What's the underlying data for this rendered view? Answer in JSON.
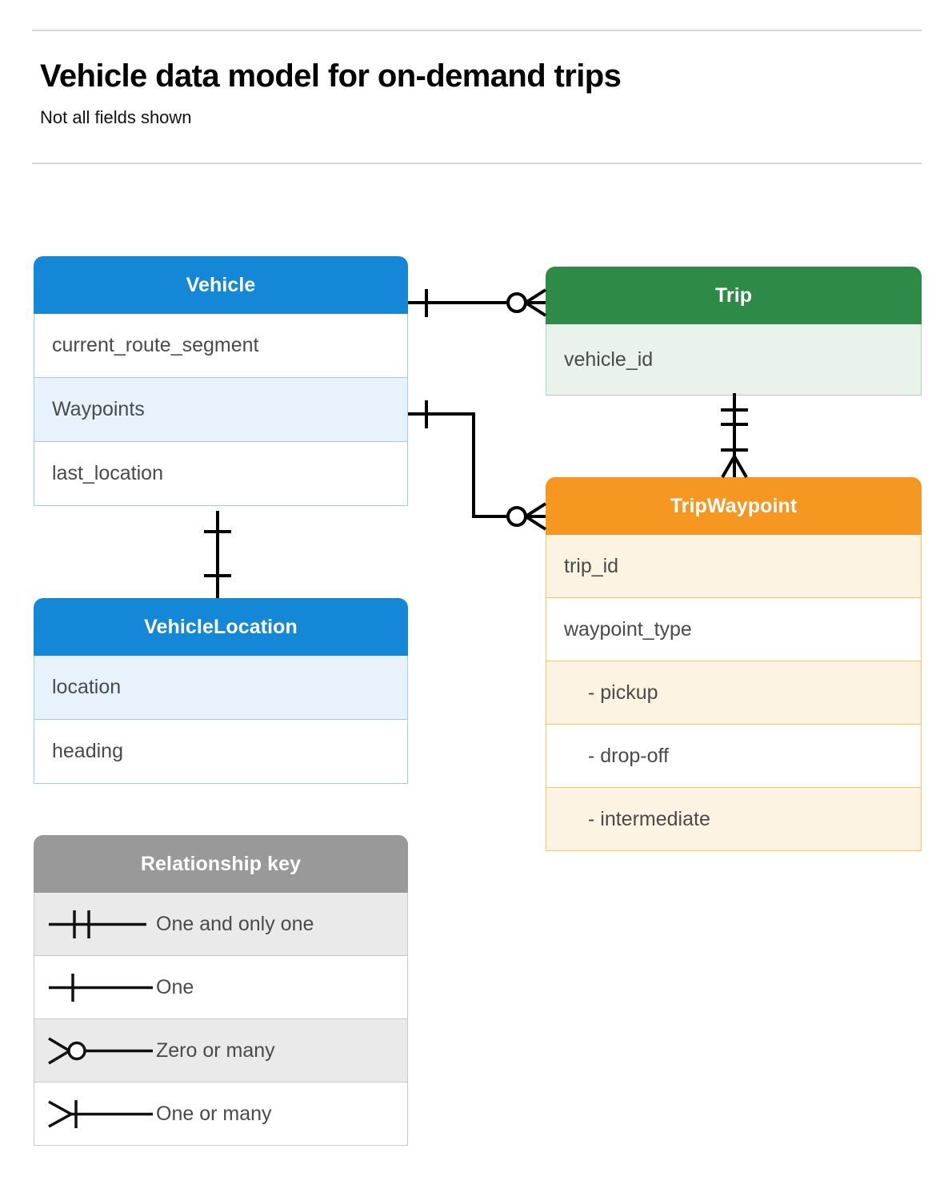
{
  "header": {
    "title": "Vehicle data model for on-demand trips",
    "subtitle": "Not all fields shown"
  },
  "colors": {
    "vehicle_blue": "#1487d6",
    "vehicle_blue_tint": "#e8f2fc",
    "vehicle_blue_border": "#9ecdf2",
    "trip_green": "#2d8a47",
    "trip_green_tint": "#e9f3ec",
    "trip_green_border": "#a9d6b4",
    "waypoint_orange": "#f59721",
    "waypoint_orange_tint": "#fdf3e2",
    "waypoint_orange_border": "#f8c560",
    "legend_grey": "#999999",
    "legend_grey_tint": "#eaeaea",
    "text_grey": "#4a4a4a",
    "rule_grey": "#d6d6d6",
    "connector_black": "#000000"
  },
  "entities": [
    {
      "id": "vehicle",
      "name": "Vehicle",
      "color": "blue",
      "fields": [
        {
          "label": "current_route_segment",
          "tint": false
        },
        {
          "label": "Waypoints",
          "tint": true
        },
        {
          "label": "last_location",
          "tint": false
        }
      ]
    },
    {
      "id": "trip",
      "name": "Trip",
      "color": "green",
      "fields": [
        {
          "label": "vehicle_id",
          "tint": true
        }
      ]
    },
    {
      "id": "trip_waypoint",
      "name": "TripWaypoint",
      "color": "orange",
      "fields": [
        {
          "label": "trip_id",
          "tint": true,
          "enum": false
        },
        {
          "label": "waypoint_type",
          "tint": false,
          "enum": false
        },
        {
          "label": "-  pickup",
          "tint": true,
          "enum": true
        },
        {
          "label": "-  drop-off",
          "tint": false,
          "enum": true
        },
        {
          "label": "-  intermediate",
          "tint": true,
          "enum": true
        }
      ]
    },
    {
      "id": "vehicle_location",
      "name": "VehicleLocation",
      "color": "blue",
      "fields": [
        {
          "label": "location",
          "tint": true
        },
        {
          "label": "heading",
          "tint": false
        }
      ]
    }
  ],
  "legend": {
    "title": "Relationship key",
    "rows": [
      {
        "symbol": "one-and-only-one",
        "label": "One and only one",
        "tint": true
      },
      {
        "symbol": "one",
        "label": "One",
        "tint": false
      },
      {
        "symbol": "zero-or-many",
        "label": "Zero or many",
        "tint": true
      },
      {
        "symbol": "one-or-many",
        "label": "One or many",
        "tint": false
      }
    ]
  },
  "relationships": [
    {
      "id": "vehicle-to-trip",
      "from_entity": "Vehicle",
      "from_cardinality": "One",
      "to_entity": "Trip",
      "to_cardinality": "Zero or many"
    },
    {
      "id": "vehicle-waypoints-to-tripwaypoint",
      "from_entity": "Vehicle.Waypoints",
      "from_cardinality": "One",
      "to_entity": "TripWaypoint",
      "to_cardinality": "Zero or many"
    },
    {
      "id": "trip-to-tripwaypoint",
      "from_entity": "Trip",
      "from_cardinality": "One and only one",
      "to_entity": "TripWaypoint",
      "to_cardinality": "One or many"
    },
    {
      "id": "vehicle-to-vehiclelocation",
      "from_entity": "Vehicle",
      "from_cardinality": "One",
      "to_entity": "VehicleLocation",
      "to_cardinality": "One"
    }
  ]
}
